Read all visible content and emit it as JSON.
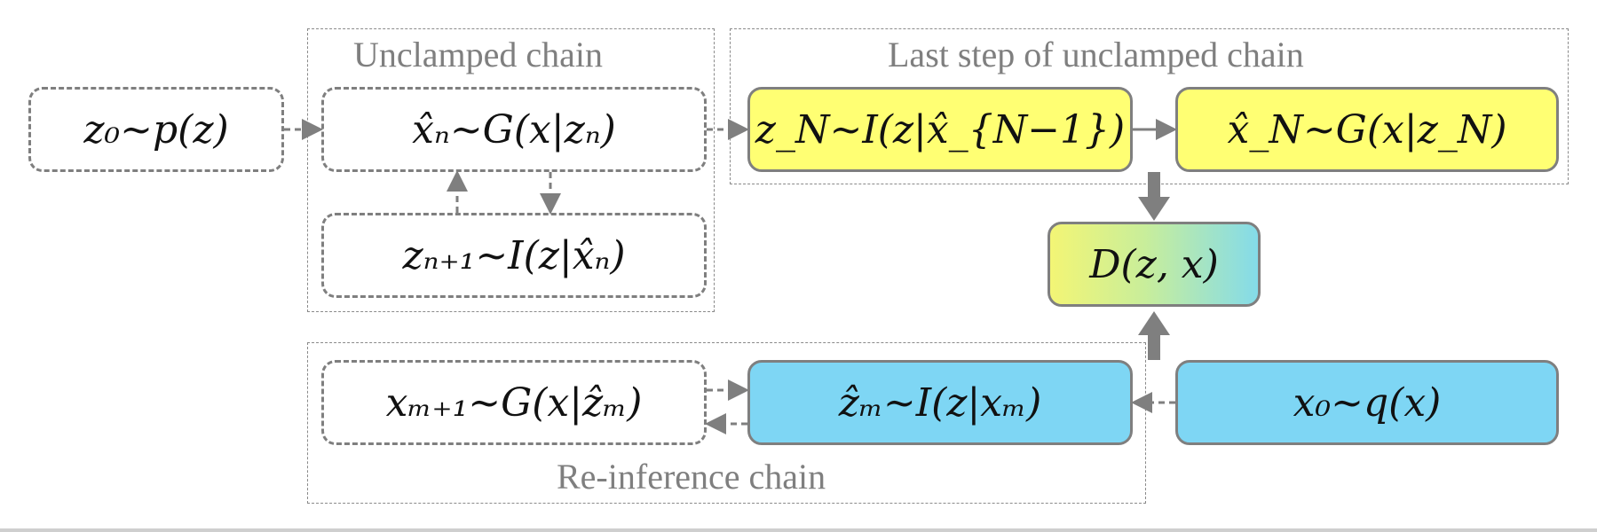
{
  "groups": {
    "unclamped": "Unclamped chain",
    "last_step": "Last step of unclamped chain",
    "reinference": "Re-inference chain"
  },
  "nodes": {
    "prior": "z₀∼p(z)",
    "generate_n": "x̂ₙ∼G(x|zₙ)",
    "infer_n1": "zₙ₊₁∼I(z|x̂ₙ)",
    "infer_N": "z_N∼I(z|x̂_{N−1})",
    "generate_N": "x̂_N∼G(x|z_N)",
    "discriminator": "D(z, x)",
    "data": "x₀∼q(x)",
    "infer_m": "ẑₘ∼I(z|xₘ)",
    "generate_m1": "xₘ₊₁∼G(x|ẑₘ)"
  },
  "colors": {
    "stroke": "#7f7f7f",
    "yellow": "#ffff73",
    "blue": "#7ed6f4",
    "title_text": "#7f7f7f"
  }
}
